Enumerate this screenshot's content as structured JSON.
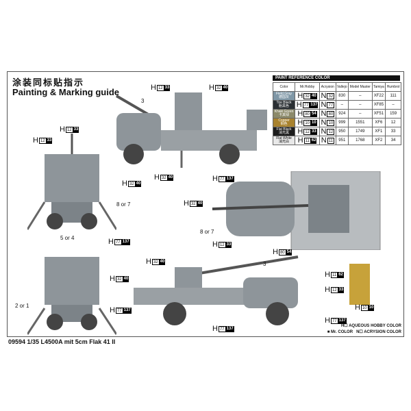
{
  "title_cn": "涂装同标贴指示",
  "title_en": "Painting & Marking guide",
  "footer": "09594 1/35 L4500A mit 5cm Flak 41 II",
  "paint_table": {
    "title": "PAINT REFERENCE COLOR",
    "headers": [
      "Color",
      "Mr.Hobby",
      "Acrysion",
      "Vallejo",
      "Model Master",
      "Tamiya",
      "Humbrol"
    ],
    "rows": [
      {
        "name": "Field Gray",
        "cn": "德国灰",
        "swatch": "#7f97a6",
        "h1": "32",
        "h2": "40",
        "n": "32",
        "vallejo": "830",
        "mm": "–",
        "tamiya": "XF22",
        "humbrol": "111"
      },
      {
        "name": "Tire Black",
        "cn": "胎黑色",
        "swatch": "#2a2f33",
        "h1": "77",
        "h2": "137",
        "n": "77",
        "vallejo": "–",
        "mm": "–",
        "tamiya": "XF85",
        "humbrol": "–"
      },
      {
        "name": "Khaki Green",
        "cn": "卡其绿",
        "swatch": "#8c8a6a",
        "h1": "80",
        "h2": "54",
        "n": "80",
        "vallejo": "924",
        "mm": "–",
        "tamiya": "XF51",
        "humbrol": "159"
      },
      {
        "name": "Copper",
        "cn": "铜色",
        "swatch": "#a8822e",
        "h1": "10",
        "h2": "10",
        "n": "10",
        "vallejo": "999",
        "mm": "1551",
        "tamiya": "XF6",
        "humbrol": "12"
      },
      {
        "name": "Flat Black",
        "cn": "消光黑",
        "swatch": "#1c1c1c",
        "h1": "12",
        "h2": "33",
        "n": "12",
        "vallejo": "950",
        "mm": "1749",
        "tamiya": "XF1",
        "humbrol": "33"
      },
      {
        "name": "Flat White",
        "cn": "消光白",
        "swatch": "#e8e8e8",
        "h1": "11",
        "h2": "62",
        "n": "11",
        "vallejo": "951",
        "mm": "1768",
        "tamiya": "XF2",
        "humbrol": "34"
      }
    ]
  },
  "callouts": [
    {
      "h": "H",
      "a": "12",
      "b": "33"
    },
    {
      "h": "H",
      "a": "32",
      "b": "40"
    },
    {
      "h": "H",
      "a": "32",
      "b": "40"
    },
    {
      "h": "H",
      "a": "77",
      "b": "137"
    },
    {
      "h": "H",
      "a": "12",
      "b": "33"
    },
    {
      "h": "H",
      "a": "12",
      "b": "33"
    },
    {
      "h": "H",
      "a": "32",
      "b": "40"
    },
    {
      "h": "H",
      "a": "77",
      "b": "137"
    },
    {
      "h": "H",
      "a": "32",
      "b": "40"
    },
    {
      "h": "H",
      "a": "12",
      "b": "33"
    },
    {
      "h": "H",
      "a": "80",
      "b": "54"
    },
    {
      "h": "H",
      "a": "11",
      "b": "62"
    },
    {
      "h": "H",
      "a": "12",
      "b": "33"
    },
    {
      "h": "H",
      "a": "10",
      "b": "10"
    },
    {
      "h": "H",
      "a": "32",
      "b": "40"
    },
    {
      "h": "H",
      "a": "32",
      "b": "40"
    },
    {
      "h": "H",
      "a": "77",
      "b": "137"
    },
    {
      "h": "H",
      "a": "77",
      "b": "137"
    },
    {
      "h": "H",
      "a": "77",
      "b": "137"
    }
  ],
  "labels": {
    "three_a": "3",
    "three_b": "3",
    "eight_or_seven_a": "8 or 7",
    "eight_or_seven_b": "8 or 7",
    "five_or_four": "5 or 4",
    "two_or_one": "2 or 1"
  },
  "legend": {
    "aqueous": "H☐ AQUEOUS HOBBY COLOR",
    "mr": "■ Mr. COLOR",
    "acrysion": "N☐ ACRYSION COLOR"
  }
}
